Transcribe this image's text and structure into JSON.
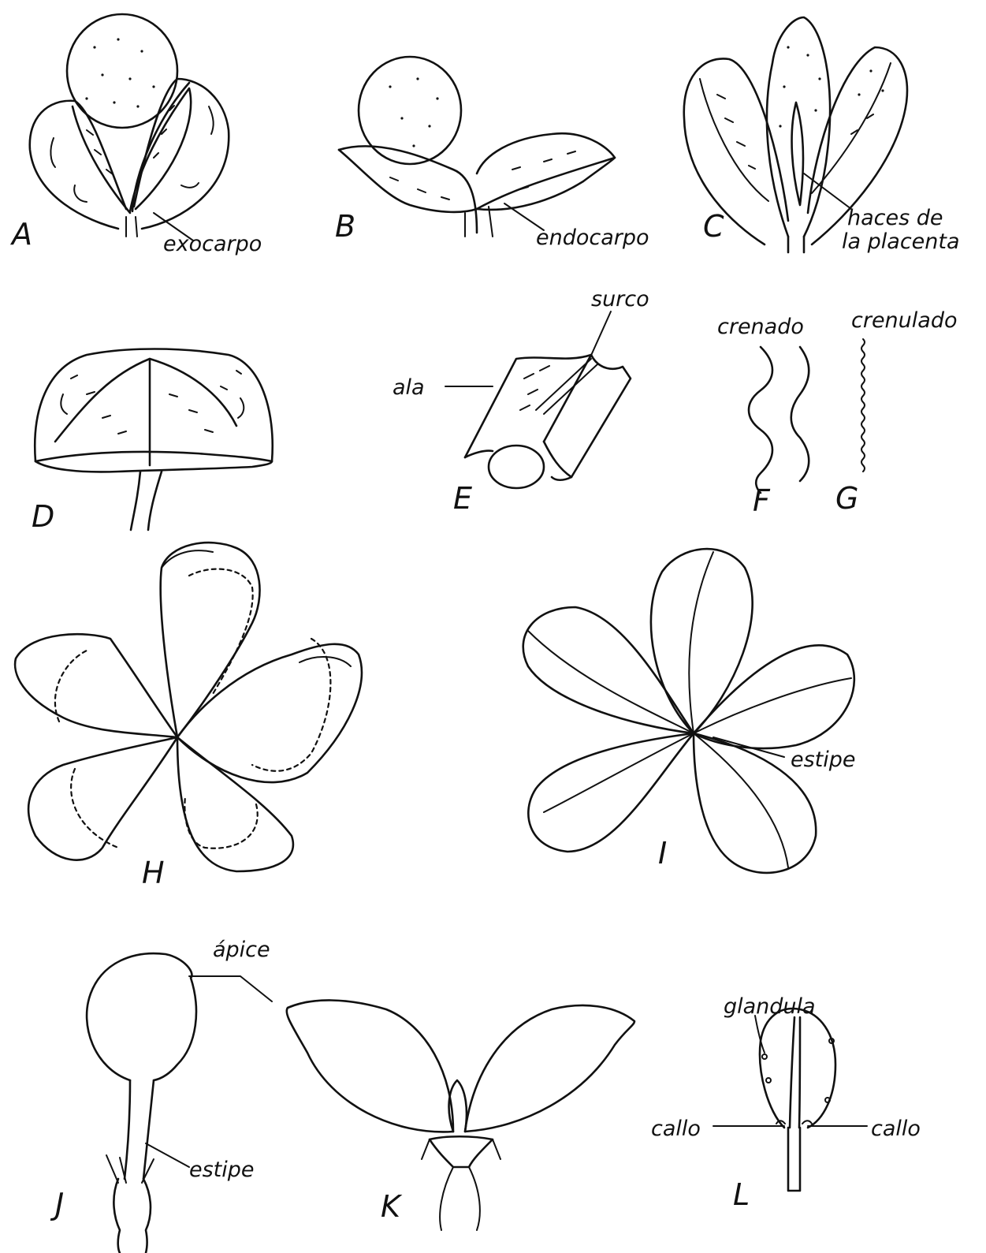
{
  "panels": {
    "A": {
      "letter": "A",
      "label": "exocarpo"
    },
    "B": {
      "letter": "B",
      "label": "endocarpo"
    },
    "C": {
      "letter": "C",
      "label_line1": "haces de",
      "label_line2": "la placenta"
    },
    "D": {
      "letter": "D"
    },
    "E": {
      "letter": "E",
      "label_ala": "ala",
      "label_surco": "surco"
    },
    "F": {
      "letter": "F",
      "label": "crenado"
    },
    "G": {
      "letter": "G",
      "label": "crenulado"
    },
    "H": {
      "letter": "H"
    },
    "I": {
      "letter": "I",
      "label": "estipe"
    },
    "J": {
      "letter": "J",
      "label": "estipe"
    },
    "K": {
      "letter": "K",
      "label": "ápice"
    },
    "L": {
      "letter": "L",
      "label_top": "glandula",
      "label_left": "callo",
      "label_right": "callo"
    }
  }
}
